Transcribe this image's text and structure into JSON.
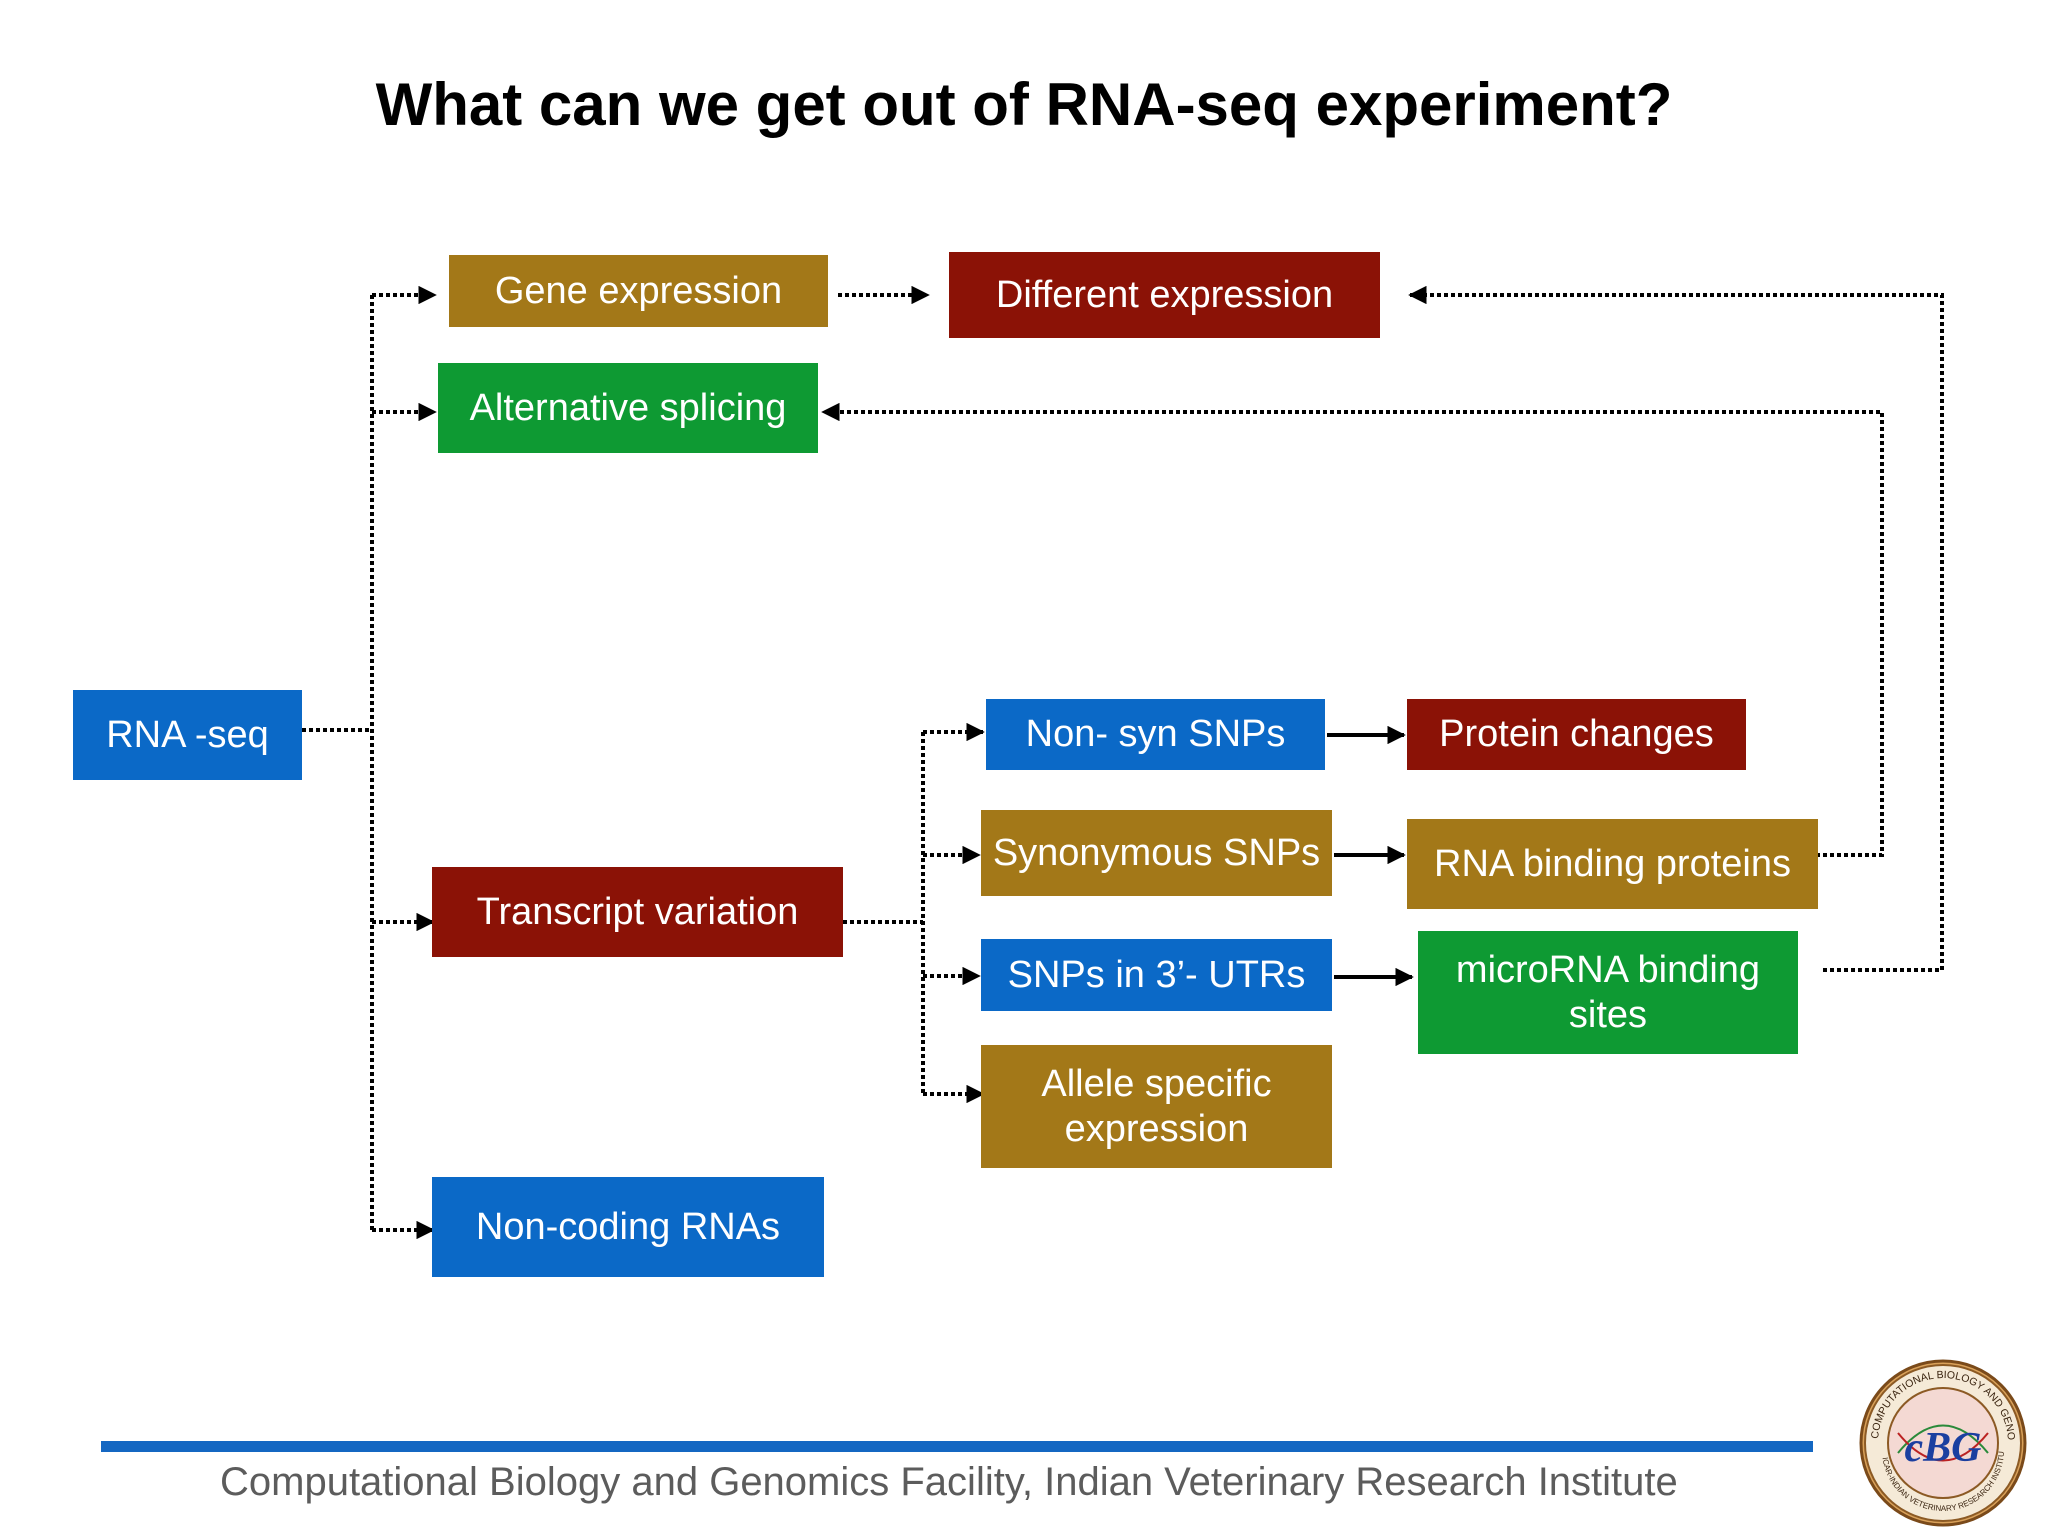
{
  "title": "What can we get out of RNA-seq experiment?",
  "nodes": {
    "rnaseq": "RNA -seq",
    "gene_expression": "Gene expression",
    "different_expression": "Different expression",
    "alternative_splicing": "Alternative splicing",
    "transcript_variation": "Transcript variation",
    "non_coding_rnas": "Non-coding RNAs",
    "non_syn_snps": "Non- syn SNPs",
    "protein_changes": "Protein changes",
    "synonymous_snps": "Synonymous SNPs",
    "rna_binding_proteins": "RNA binding proteins",
    "snps_3utr": "SNPs in 3’- UTRs",
    "microrna_line1": "microRNA binding",
    "microrna_line2": "sites",
    "allele_line1": "Allele specific",
    "allele_line2": "expression"
  },
  "colors": {
    "blue": "#0b69c7",
    "gold": "#a37818",
    "red": "#8b1206",
    "green": "#0e9a33",
    "footer_bar": "#1467c2"
  },
  "footer": {
    "text": "Computational Biology and Genomics Facility, Indian Veterinary Research Institute"
  },
  "logo": {
    "ring_text": "COMPUTATIONAL BIOLOGY AND GENOMICS",
    "ring_text_lower": "ICAR-INDIAN VETERINARY RESEARCH INSTITUTE",
    "letters": "cBG"
  }
}
